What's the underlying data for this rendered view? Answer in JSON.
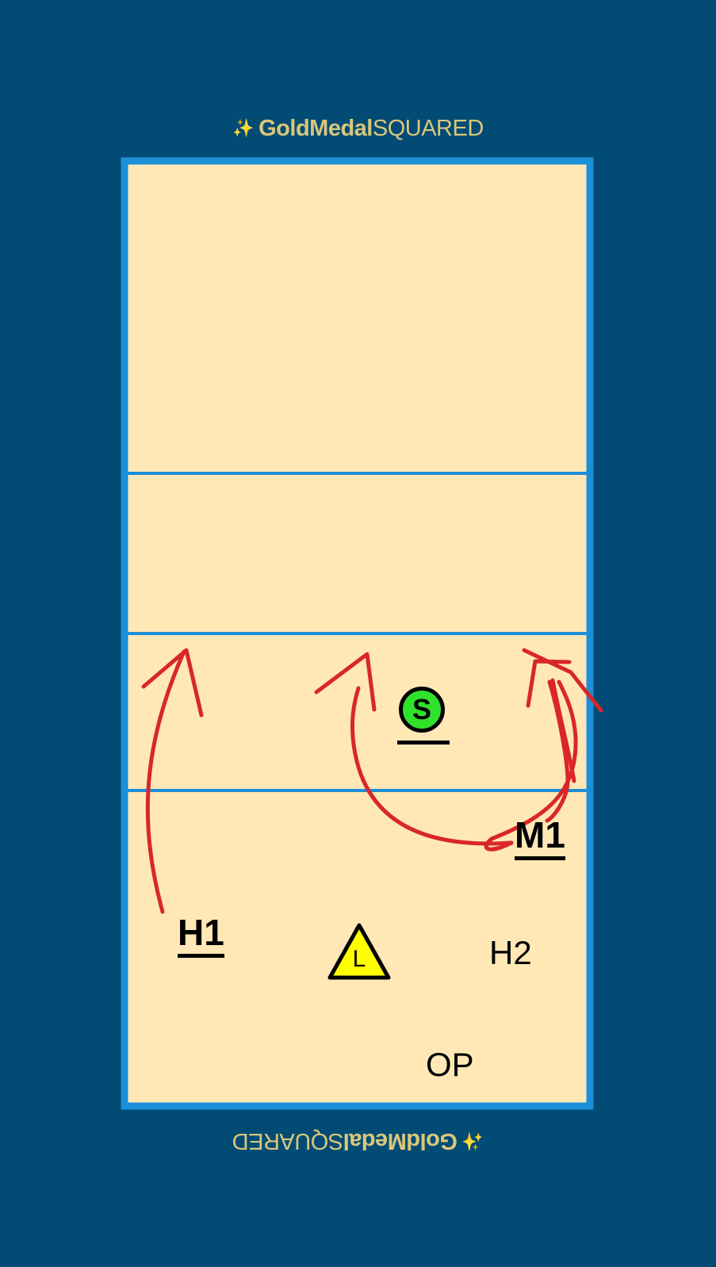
{
  "branding": {
    "logo_bold": "GoldMedal",
    "logo_light": "SQUARED",
    "logo_stars": "✨",
    "color": "#d9c77a"
  },
  "colors": {
    "background": "#024b75",
    "court": "#ffe8b6",
    "lines": "#1b8fd8",
    "arrows": "#d9262b",
    "setter": "#31e22d",
    "libero": "#ffff00"
  },
  "players": {
    "h1": "H1",
    "m1": "M1",
    "setter": "S",
    "libero": "L",
    "h2": "H2",
    "op": "OP"
  }
}
